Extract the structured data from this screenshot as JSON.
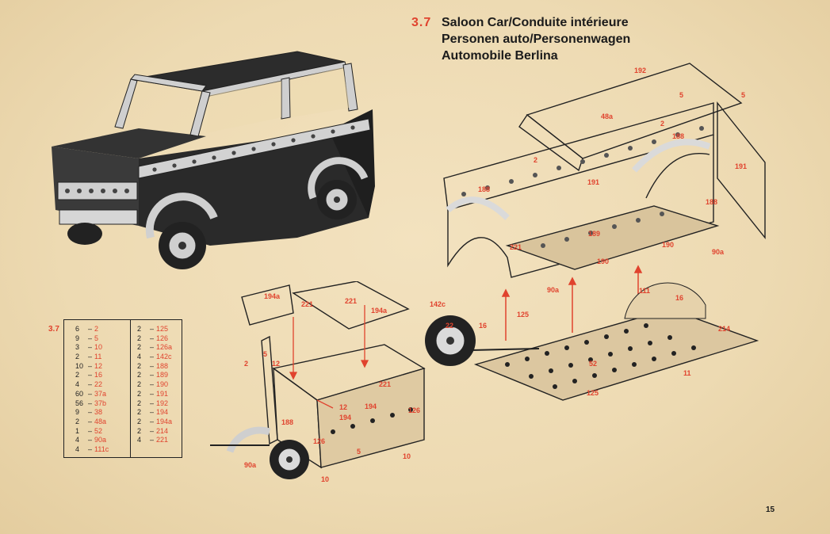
{
  "title": {
    "number": "3.7",
    "line1": "Saloon Car/Conduite intérieure",
    "line2": "Personen auto/Personenwagen",
    "line3": "Automobile Berlina"
  },
  "parts_list": {
    "model": "3.7",
    "left": [
      {
        "qty": "6",
        "part": "2"
      },
      {
        "qty": "9",
        "part": "5"
      },
      {
        "qty": "3",
        "part": "10"
      },
      {
        "qty": "2",
        "part": "11"
      },
      {
        "qty": "10",
        "part": "12"
      },
      {
        "qty": "2",
        "part": "16"
      },
      {
        "qty": "4",
        "part": "22"
      },
      {
        "qty": "60",
        "part": "37a"
      },
      {
        "qty": "56",
        "part": "37b"
      },
      {
        "qty": "9",
        "part": "38"
      },
      {
        "qty": "2",
        "part": "48a"
      },
      {
        "qty": "1",
        "part": "52"
      },
      {
        "qty": "4",
        "part": "90a"
      },
      {
        "qty": "4",
        "part": "111c"
      }
    ],
    "right": [
      {
        "qty": "2",
        "part": "125"
      },
      {
        "qty": "2",
        "part": "126"
      },
      {
        "qty": "2",
        "part": "126a"
      },
      {
        "qty": "4",
        "part": "142c"
      },
      {
        "qty": "2",
        "part": "188"
      },
      {
        "qty": "2",
        "part": "189"
      },
      {
        "qty": "2",
        "part": "190"
      },
      {
        "qty": "2",
        "part": "191"
      },
      {
        "qty": "2",
        "part": "192"
      },
      {
        "qty": "2",
        "part": "194"
      },
      {
        "qty": "2",
        "part": "194a"
      },
      {
        "qty": "2",
        "part": "214"
      },
      {
        "qty": "4",
        "part": "221"
      }
    ]
  },
  "body_labels": {
    "a": "192",
    "b": "5",
    "c": "5",
    "d": "48a",
    "e": "2",
    "f": "188",
    "g": "2",
    "h": "191",
    "i": "188",
    "j": "191",
    "k": "188",
    "l": "189",
    "m": "190",
    "n": "190",
    "o": "221",
    "p": "90a",
    "q": "90a"
  },
  "chassis_labels": {
    "a": "142c",
    "b": "22",
    "c": "16",
    "d": "125",
    "e": "52",
    "f": "111",
    "g": "16",
    "h": "214",
    "i": "11",
    "j": "125"
  },
  "front_labels": {
    "a": "194a",
    "b": "221",
    "c": "221",
    "d": "194a",
    "e": "5",
    "f": "12",
    "g": "2",
    "h": "221",
    "i": "194",
    "j": "12",
    "k": "194",
    "l": "188",
    "m": "126",
    "n": "126",
    "o": "5",
    "p": "10",
    "q": "10",
    "r": "90a"
  },
  "page_number": "15",
  "colors": {
    "accent_red": "#e0432e",
    "paper": "#efdcb6",
    "ink": "#1b1b1b"
  }
}
